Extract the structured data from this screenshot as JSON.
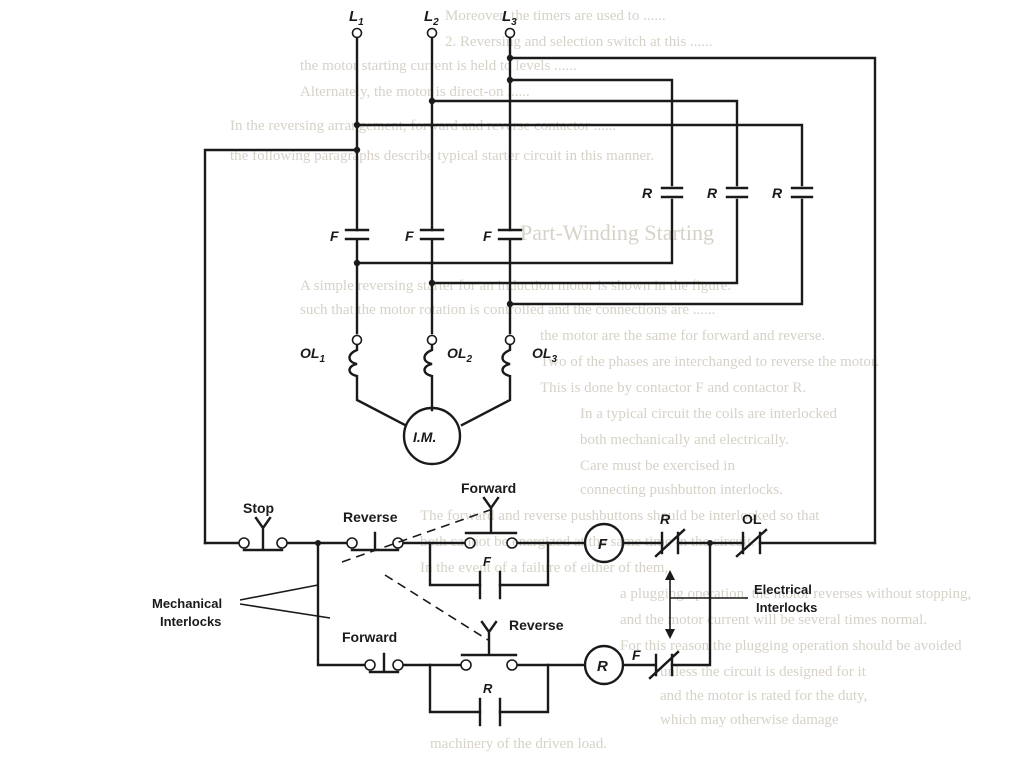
{
  "labels": {
    "l1": "L",
    "l1_sub": "1",
    "l2": "L",
    "l2_sub": "2",
    "l3": "L",
    "l3_sub": "3",
    "r_contact": "R",
    "f_contact": "F",
    "ol1": "OL",
    "ol1_sub": "1",
    "ol2": "OL",
    "ol2_sub": "2",
    "ol3": "OL",
    "ol3_sub": "3",
    "motor": "I.M.",
    "stop": "Stop",
    "reverse": "Reverse",
    "forward": "Forward",
    "coil_f": "F",
    "coil_r": "R",
    "ol": "OL",
    "mechanical_1": "Mechanical",
    "mechanical_2": "Interlocks",
    "electrical_1": "Electrical",
    "electrical_2": "Interlocks"
  },
  "background_text": {
    "l0": "Moreover, the timers are used to ......",
    "l1": "2. Reversing and selection switch at this ......",
    "l2": "the motor starting current is held to levels ......",
    "l3": "Alternately, the motor is direct-on ......",
    "l4": "In the reversing arrangement, forward and reverse contactor ......",
    "l5": "the following paragraphs describe typical starter circuit in this manner.",
    "h1": "Part-Winding Starting",
    "l6": "A simple reversing starter for an induction motor is shown in the figure.",
    "l7": "such that the motor rotation is controlled and the connections are ......",
    "l8": "the motor are the same for forward and reverse.",
    "l9": "Two of the phases are interchanged to reverse the motor.",
    "l10": "This is done by contactor F and contactor R.",
    "l11": "In a typical circuit the coils are interlocked",
    "l12": "both mechanically and electrically.",
    "l13": "Care must be exercised in",
    "l14": "connecting pushbutton interlocks.",
    "l15": "The forward and reverse pushbuttons should be interlocked so that",
    "l16": "both cannot be energized at the same time in the circuit.",
    "l17": "In the event of a failure of either of them,",
    "l18": "a plugging operation, the motor reverses without stopping,",
    "l19": "and the motor current will be several times normal.",
    "l20": "For this reason the plugging operation should be avoided",
    "l21": "unless the circuit is designed for it",
    "l22": "and the motor is rated for the duty,",
    "l23": "which may otherwise damage",
    "l24": "machinery of the driven load."
  }
}
